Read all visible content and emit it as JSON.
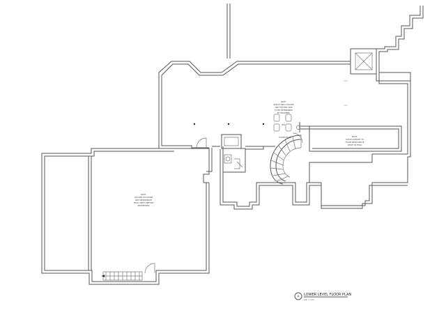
{
  "drawing": {
    "title": "LOWER LEVEL FLOOR PLAN",
    "scale": "1/8\" = 1'-0\"",
    "section_mark": "A"
  },
  "notes": {
    "garage_note": [
      "NOTE:",
      "COLUMN LOCATIONS",
      "ARE APPROXIMATE",
      "FIELD VERIFY BEFORE",
      "PROCEEDING"
    ],
    "mech_note": [
      "NOTE:",
      "STRUCTURAL COLUMN",
      "AND FOOTING SIZE",
      "TO BE DETERMINED",
      "BY ENGINEER"
    ],
    "beam_note": [
      "NOTE:",
      "CLEAR SUPPORT TO",
      "FLOOR BEAM ABOVE",
      "VERIFY IN FIELD"
    ],
    "floor_drain_label": "FLOOR DRAIN",
    "fixture_label": "W.H."
  }
}
